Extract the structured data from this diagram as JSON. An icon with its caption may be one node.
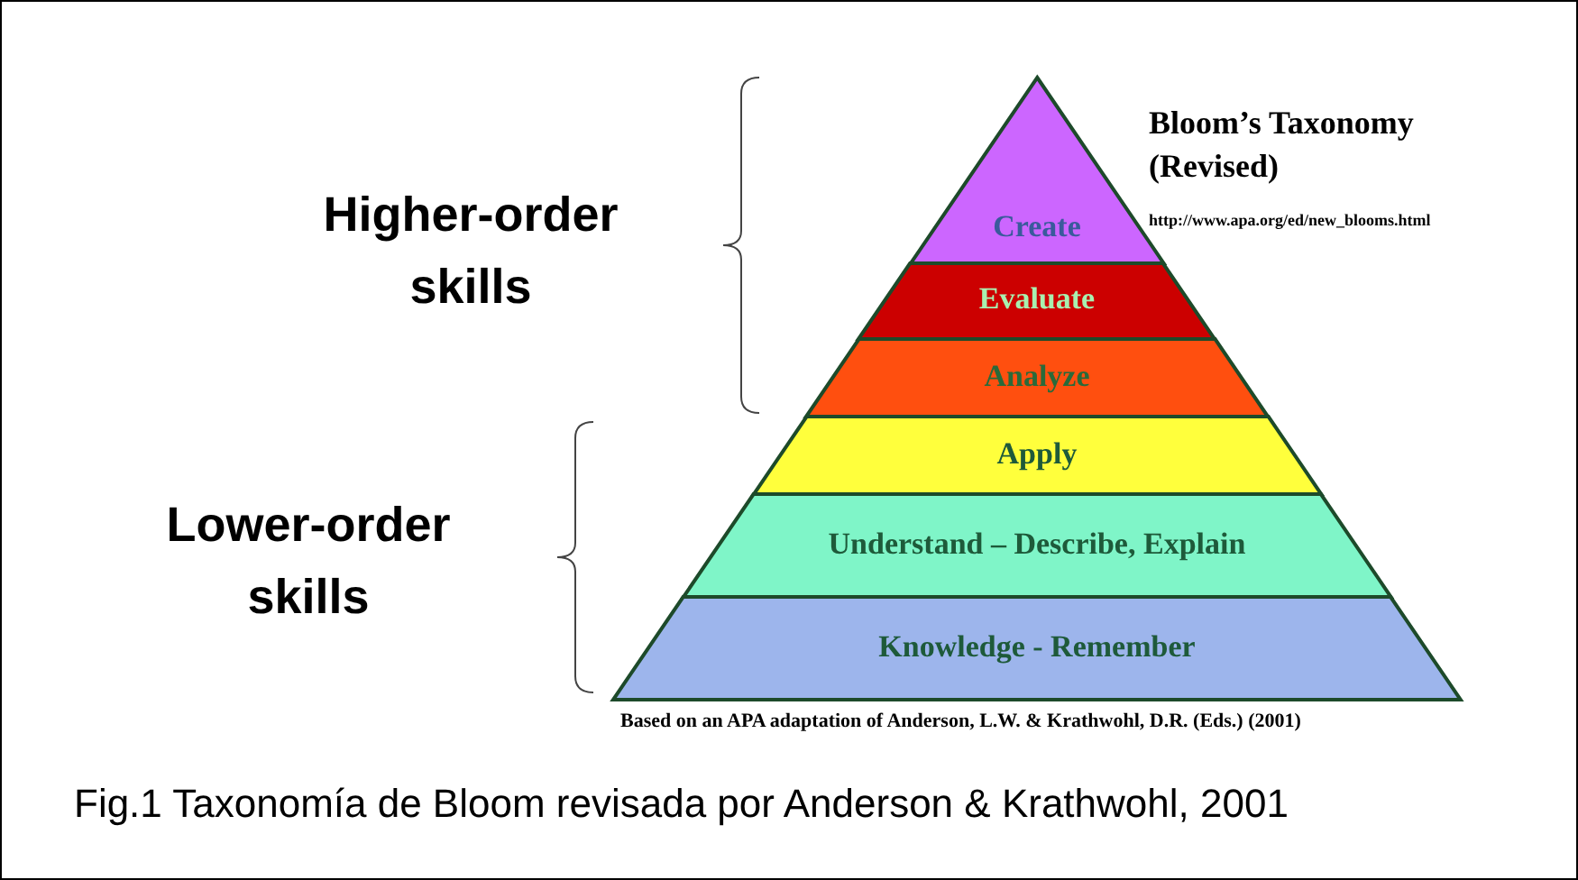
{
  "diagram": {
    "title": "Bloom’s Taxonomy (Revised)",
    "caption": "Fig.1 Taxonomía de Bloom revisada por Anderson & Krathwohl, 2001",
    "nodes": [
      {
        "text": [
          "Create"
        ]
      },
      {
        "text": [
          "Evaluate"
        ]
      },
      {
        "text": [
          "Analyze"
        ]
      },
      {
        "text": [
          "Apply"
        ]
      },
      {
        "text": [
          "Understand – Describe, Explain"
        ]
      },
      {
        "text": [
          "Knowledge - Remember"
        ]
      }
    ],
    "labels": [
      "Higher-order skills",
      "Lower-order skills",
      "http://www.apa.org/ed/new_blooms.html",
      "Based on an APA adaptation of Anderson, L.W. & Krathwohl, D.R. (Eds.) (2001)"
    ]
  }
}
